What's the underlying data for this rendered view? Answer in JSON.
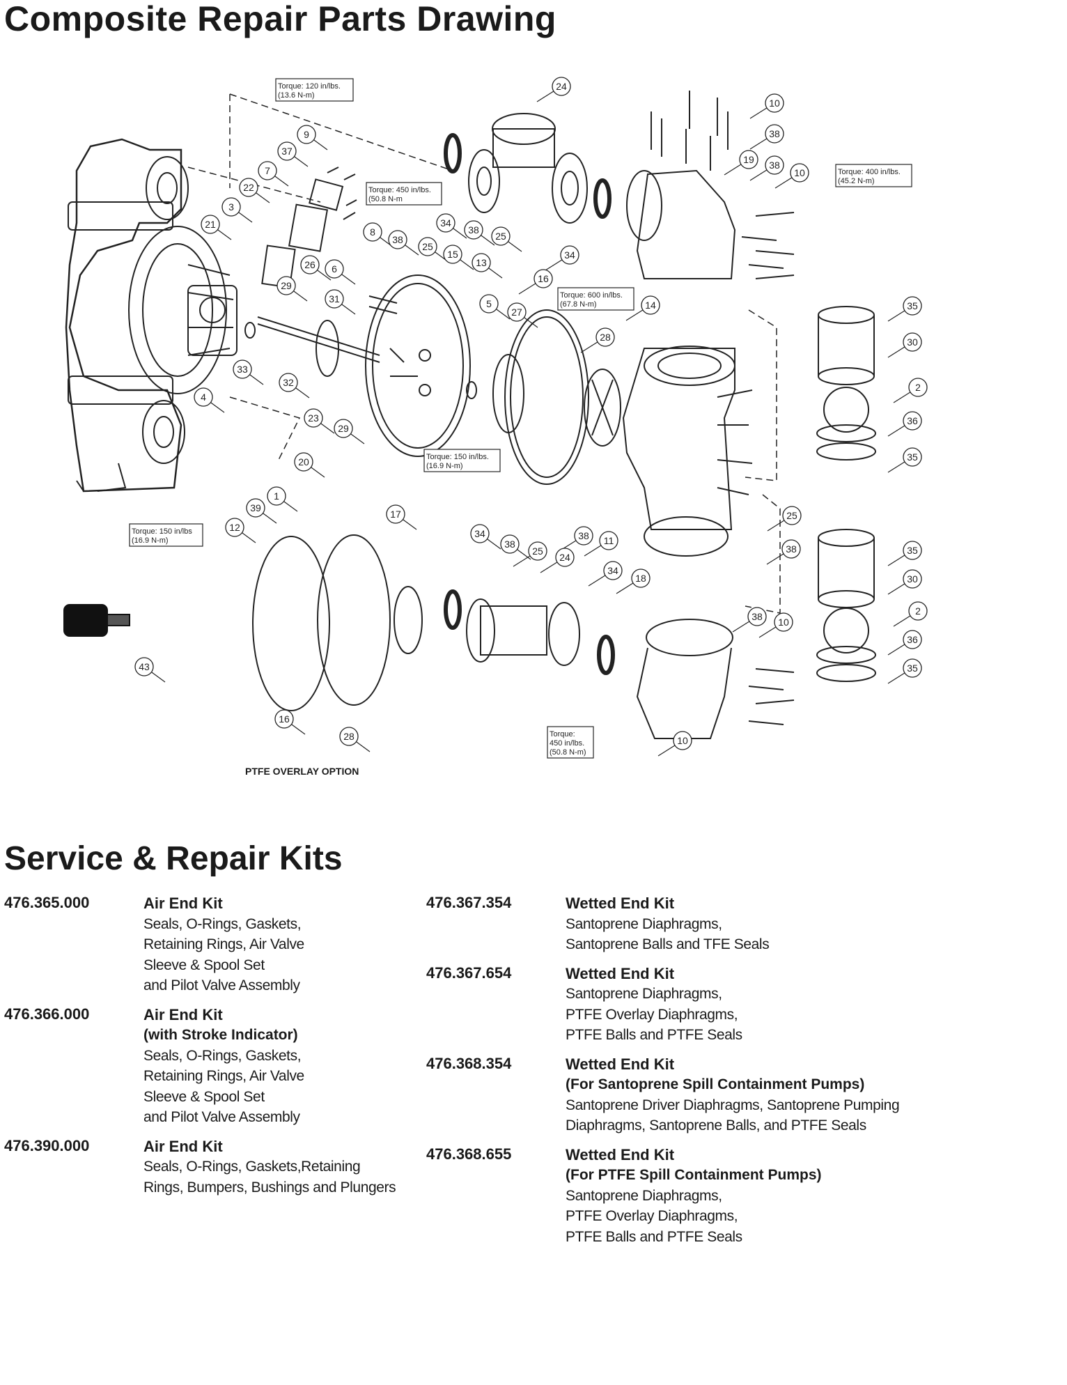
{
  "page": {
    "title": "Composite Repair Parts Drawing"
  },
  "drawing": {
    "callouts": [
      "1",
      "2",
      "3",
      "4",
      "5",
      "6",
      "7",
      "8",
      "9",
      "10",
      "11",
      "12",
      "13",
      "14",
      "15",
      "16",
      "17",
      "18",
      "19",
      "20",
      "21",
      "22",
      "23",
      "24",
      "25",
      "26",
      "27",
      "28",
      "29",
      "30",
      "31",
      "32",
      "33",
      "34",
      "35",
      "36",
      "37",
      "38",
      "39",
      "43"
    ],
    "torque_notes": {
      "t120": [
        "Torque: 120 in/lbs.",
        "(13.6 N-m)"
      ],
      "t450a": [
        "Torque: 450 in/lbs.",
        "(50.8 N-m"
      ],
      "t400": [
        "Torque: 400 in/lbs.",
        "(45.2 N-m)"
      ],
      "t600": [
        "Torque: 600 in/lbs.",
        "(67.8 N-m)"
      ],
      "t150a": [
        "Torque: 150 in/lbs.",
        "(16.9 N-m)"
      ],
      "t150b": [
        "Torque: 150 in/lbs",
        "(16.9 N-m)"
      ],
      "t450b": [
        "Torque:",
        "450 in/lbs.",
        "(50.8 N-m)"
      ]
    },
    "option_label": "PTFE OVERLAY OPTION"
  },
  "kits": {
    "title": "Service & Repair Kits",
    "left": [
      {
        "part_number": "476.365.000",
        "name": "Air End Kit",
        "subtitle": "",
        "lines": [
          "Seals, O-Rings, Gaskets,",
          "Retaining Rings, Air Valve",
          "Sleeve & Spool Set",
          "and Pilot Valve Assembly"
        ]
      },
      {
        "part_number": "476.366.000",
        "name": "Air End Kit",
        "subtitle": "(with Stroke Indicator)",
        "lines": [
          "Seals, O-Rings, Gaskets,",
          "Retaining Rings, Air Valve",
          "Sleeve & Spool Set",
          "and Pilot Valve Assembly"
        ]
      },
      {
        "part_number": "476.390.000",
        "name": "Air End Kit",
        "subtitle": "",
        "lines": [
          "Seals, O-Rings, Gaskets,Retaining",
          "Rings, Bumpers, Bushings and Plungers"
        ]
      }
    ],
    "right": [
      {
        "part_number": "476.367.354",
        "name": "Wetted End Kit",
        "subtitle": "",
        "lines": [
          "Santoprene Diaphragms,",
          "Santoprene Balls and TFE Seals"
        ]
      },
      {
        "part_number": "476.367.654",
        "name": "Wetted End Kit",
        "subtitle": "",
        "lines": [
          "Santoprene Diaphragms,",
          "PTFE Overlay Diaphragms,",
          "PTFE Balls and PTFE Seals"
        ]
      },
      {
        "part_number": "476.368.354",
        "name": "Wetted End Kit",
        "subtitle": "(For Santoprene Spill Containment Pumps)",
        "lines": [
          "Santoprene Driver Diaphragms, Santoprene Pumping",
          "Diaphragms, Santoprene Balls, and PTFE Seals"
        ]
      },
      {
        "part_number": "476.368.655",
        "name": "Wetted End Kit",
        "subtitle": "(For PTFE Spill Containment Pumps)",
        "lines": [
          "Santoprene Diaphragms,",
          "PTFE Overlay Diaphragms,",
          "PTFE Balls and PTFE Seals"
        ]
      }
    ]
  }
}
